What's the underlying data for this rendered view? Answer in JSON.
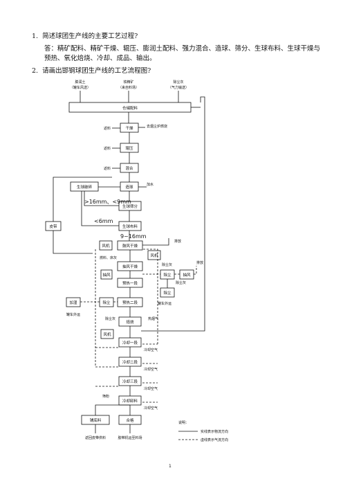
{
  "q1": {
    "num": "1.",
    "text": "简述球团生产线的主要工艺过程?"
  },
  "a1": {
    "text": "答：精矿配料、精矿干燥、辊压、膨润土配料、强力混合、造球、筛分、生球布料、生球干燥与预热、氧化焙烧、冷却、成品、输出。"
  },
  "q2": {
    "num": "2.",
    "text": "请画出邯钢球团生产线的工艺流程图?"
  },
  "diagram": {
    "src1": "膨润土",
    "src1b": "（罐车风送）",
    "src2": "铁精矿",
    "src2b": "（来自料场）",
    "src3": "除尘灰",
    "src3b": "（气力输送）",
    "storage": "仓储配料",
    "dry": "干燥",
    "press": "辊压",
    "mix": "混合",
    "ball": "造球",
    "screen": "生球筛分",
    "distrib": "生球布料",
    "updraft": "鼓风干燥",
    "exhaust_dry": "抽风干燥",
    "preheat1": "预热一段",
    "preheat2": "预热二段",
    "roast": "焙烧",
    "cool1": "冷却一段",
    "cool2": "冷却二段",
    "cool3": "冷却三段",
    "cool_dis": "冷却卸料",
    "fan1": "风机",
    "fan2": "抽风",
    "fan3": "抽风",
    "fan4": "风机",
    "duster1": "除尘",
    "duster2": "除尘",
    "duster3": "除尘",
    "add_fan": "加湿",
    "crusher": "生球破碎",
    "belt_return": "皮带",
    "return_left": "返料",
    "return_left2": "返料",
    "return_left3": "返料",
    "flue": "去烟尘炉燃烧",
    "water": "加水",
    "out_top": "排放",
    "out_right": "排放",
    "dust_ash": "除尘灰",
    "dust_ash2": "除尘灰",
    "dust_ash3": "除尘灰",
    "carry_out": "罐车外运",
    "carry_out2": "罐车外运",
    "coal": "燃料、床灰",
    "hot_air": "冷却空气",
    "hot_air2": "冷却空气",
    "hot_air3": "冷却空气",
    "hot_air4": "冷却空气",
    "hot_gas": "热烟气",
    "sieve": "筛粉",
    "clean": "铺底料",
    "product": "合格",
    "clean_out": "返回皮带供料",
    "product_out": "胶带机运至料场",
    "gt16": ">16mm、<9mm",
    "lt6": "<6mm",
    "size": "9~16mm",
    "legend_title": "说明：",
    "legend_solid": "实线表示物流方向",
    "legend_dash": "虚线表示气流方向"
  },
  "page_number": "1"
}
